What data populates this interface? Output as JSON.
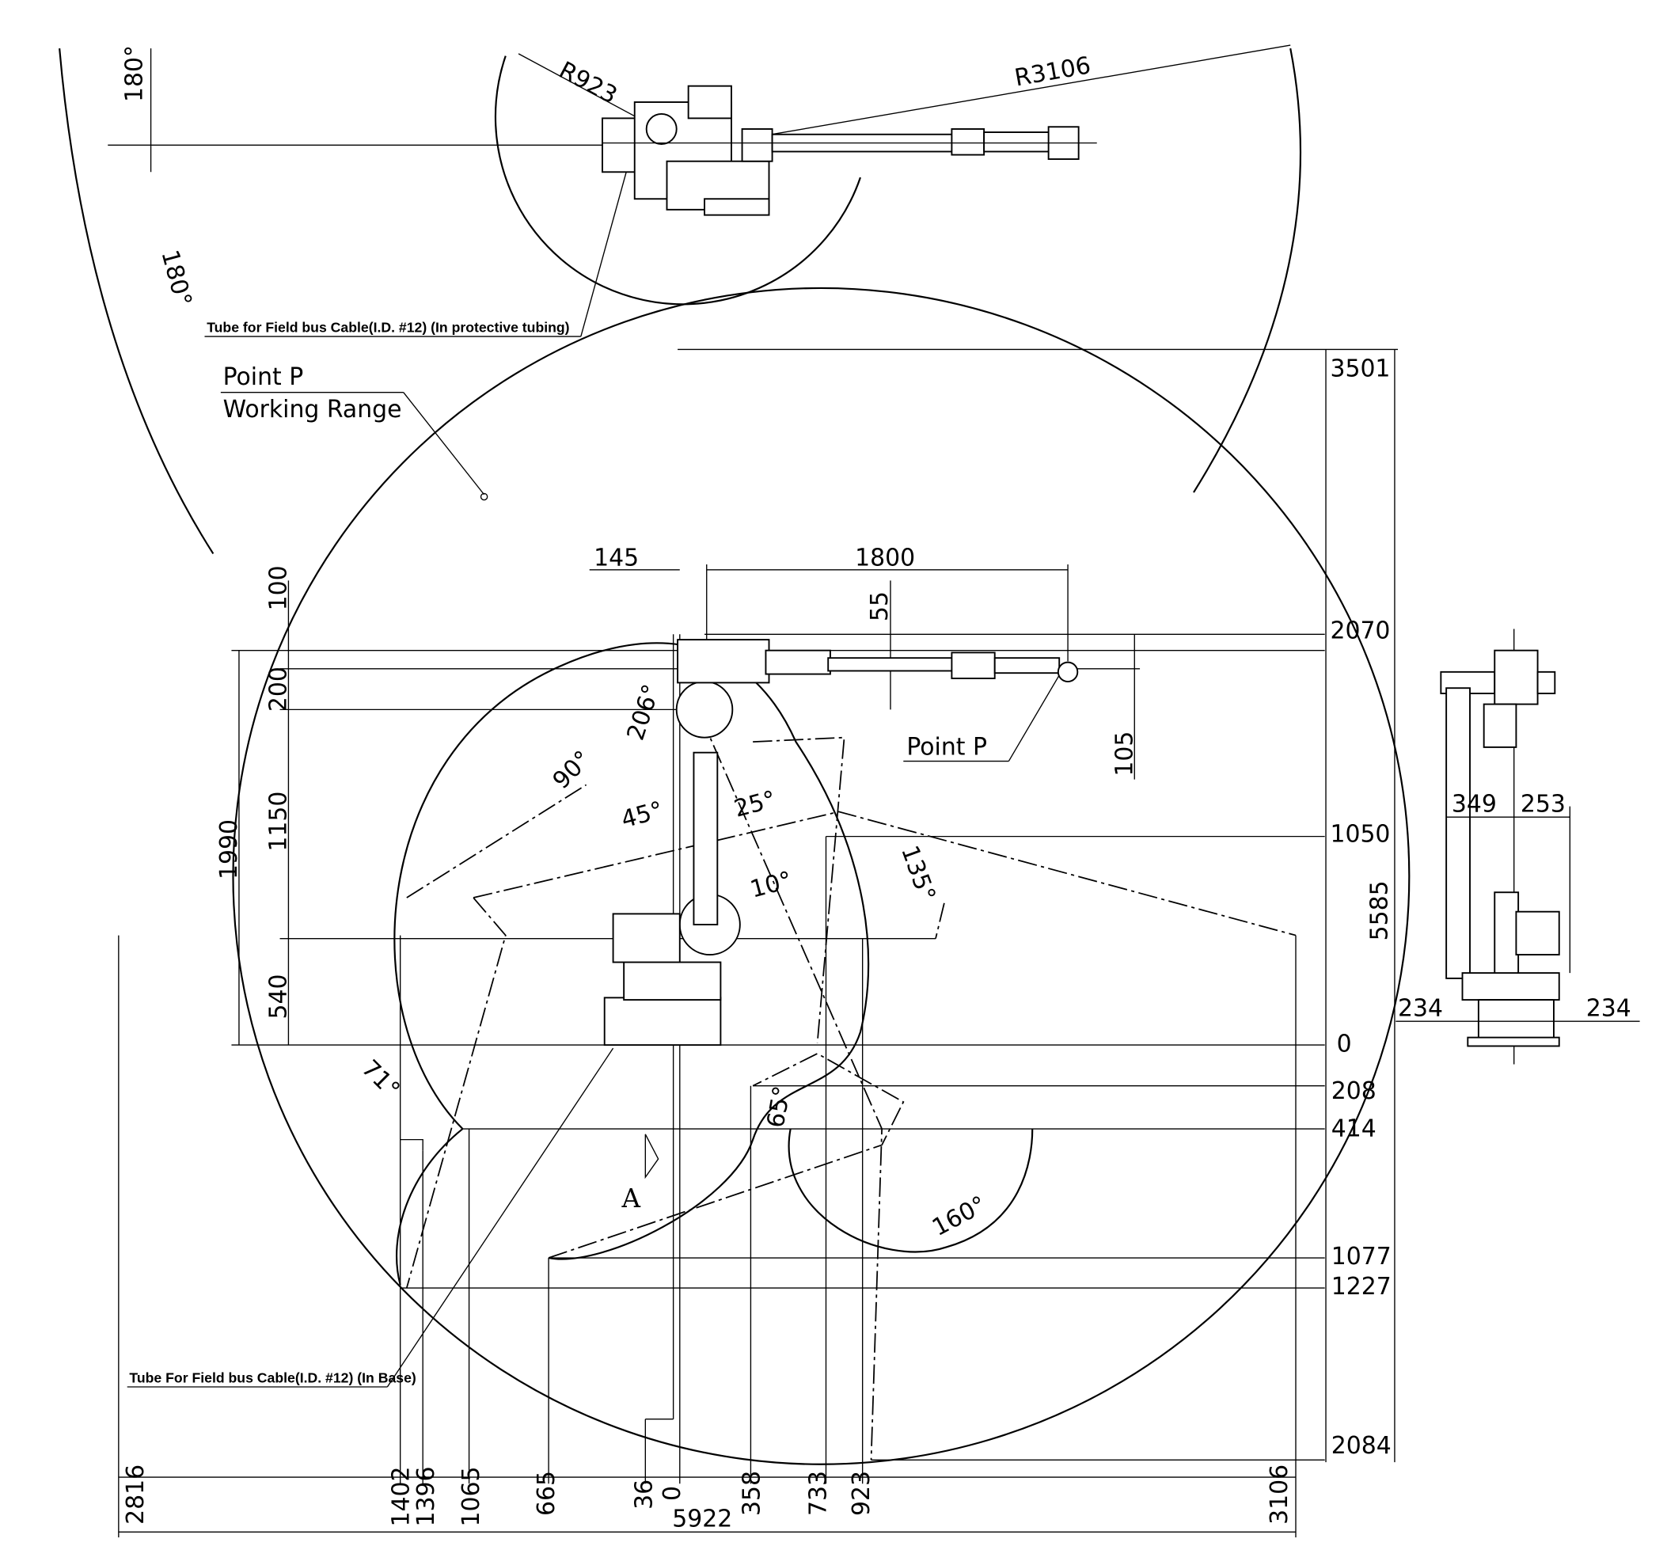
{
  "top_view": {
    "angle_upper": "180°",
    "angle_lower": "180°",
    "radius_inner": "R923",
    "radius_outer": "R3106",
    "tube_note": "Tube for Field bus Cable(I.D. #12) (In protective tubing)"
  },
  "side_view": {
    "point_p_label": "Point P",
    "working_range_label": "Working Range",
    "point_p_callout": "Point P",
    "view_marker": "A",
    "tube_note_base": "Tube For Field bus Cable(I.D. #12) (In Base)",
    "dims": {
      "d145": "145",
      "d1800": "1800",
      "d55": "55",
      "d100": "100",
      "d200": "200",
      "d1150": "1150",
      "d1990": "1990",
      "d540": "540",
      "d105": "105"
    },
    "angles": {
      "a206": "206°",
      "a90": "90°",
      "a45": "45°",
      "a25": "25°",
      "a10": "10°",
      "a135": "135°",
      "a71": "71°",
      "a65": "65°",
      "a160": "160°"
    },
    "vertical_scale": {
      "v3501": "3501",
      "v2070": "2070",
      "v1050": "1050",
      "v5585": "5585",
      "v0": "0",
      "v208": "208",
      "v414": "414",
      "v1077": "1077",
      "v1227": "1227",
      "v2084": "2084"
    },
    "horizontal_scale": {
      "h2816": "2816",
      "h1402": "1402",
      "h1396": "1396",
      "h1065": "1065",
      "h665": "665",
      "h36": "36",
      "h0": "0",
      "h5922": "5922",
      "h358": "358",
      "h733": "733",
      "h923": "923",
      "h3106": "3106"
    }
  },
  "front_view": {
    "d349": "349",
    "d253": "253",
    "d234_left": "234",
    "d234_right": "234"
  }
}
